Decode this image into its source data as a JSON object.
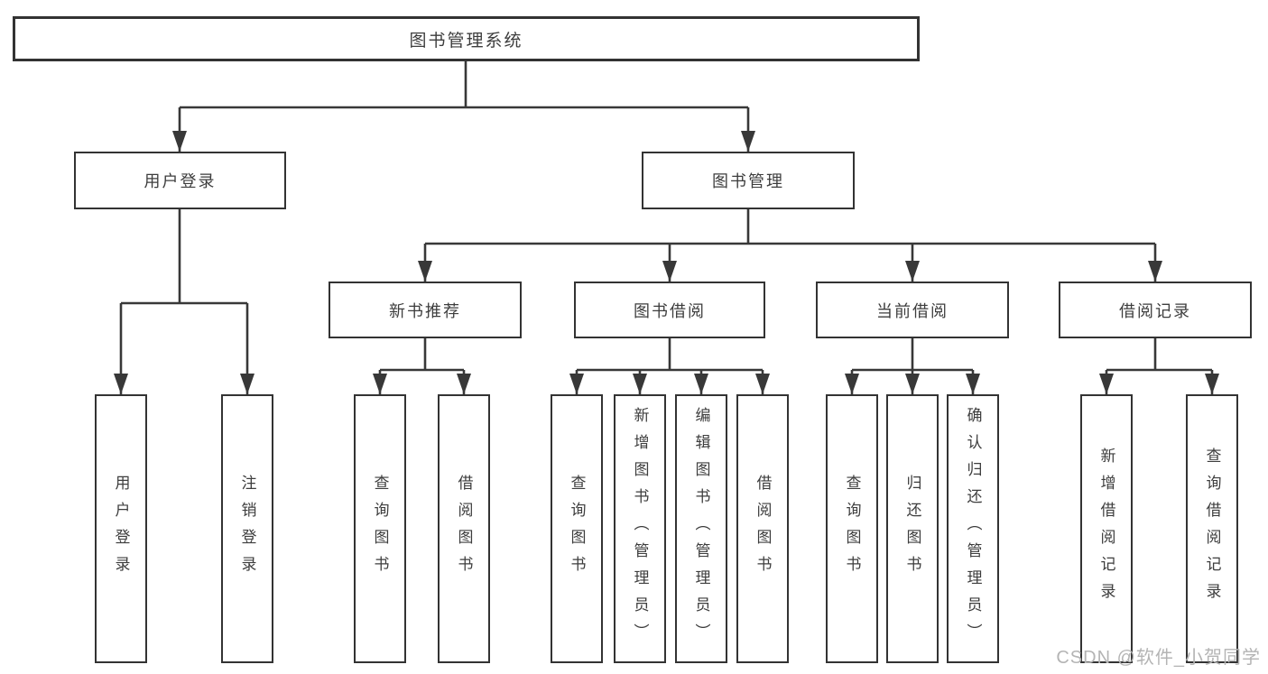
{
  "tree": {
    "root": {
      "label": "图书管理系统"
    },
    "children": [
      {
        "label": "用户登录",
        "children": [
          {
            "label": "用户登录"
          },
          {
            "label": "注销登录"
          }
        ]
      },
      {
        "label": "图书管理",
        "children": [
          {
            "label": "新书推荐",
            "children": [
              {
                "label": "查询图书"
              },
              {
                "label": "借阅图书"
              }
            ]
          },
          {
            "label": "图书借阅",
            "children": [
              {
                "label": "查询图书"
              },
              {
                "label": "新增图书（管理员）"
              },
              {
                "label": "编辑图书（管理员）"
              },
              {
                "label": "借阅图书"
              }
            ]
          },
          {
            "label": "当前借阅",
            "children": [
              {
                "label": "查询图书"
              },
              {
                "label": "归还图书"
              },
              {
                "label": "确认归还（管理员）"
              }
            ]
          },
          {
            "label": "借阅记录",
            "children": [
              {
                "label": "新增借阅记录"
              },
              {
                "label": "查询借阅记录"
              }
            ]
          }
        ]
      }
    ]
  },
  "watermark": {
    "text": "CSDN @软件_小贺同学"
  },
  "colors": {
    "line": "#383838",
    "border": "#333333",
    "text": "#3d3d3d",
    "watermark": "#b4b4b4"
  }
}
